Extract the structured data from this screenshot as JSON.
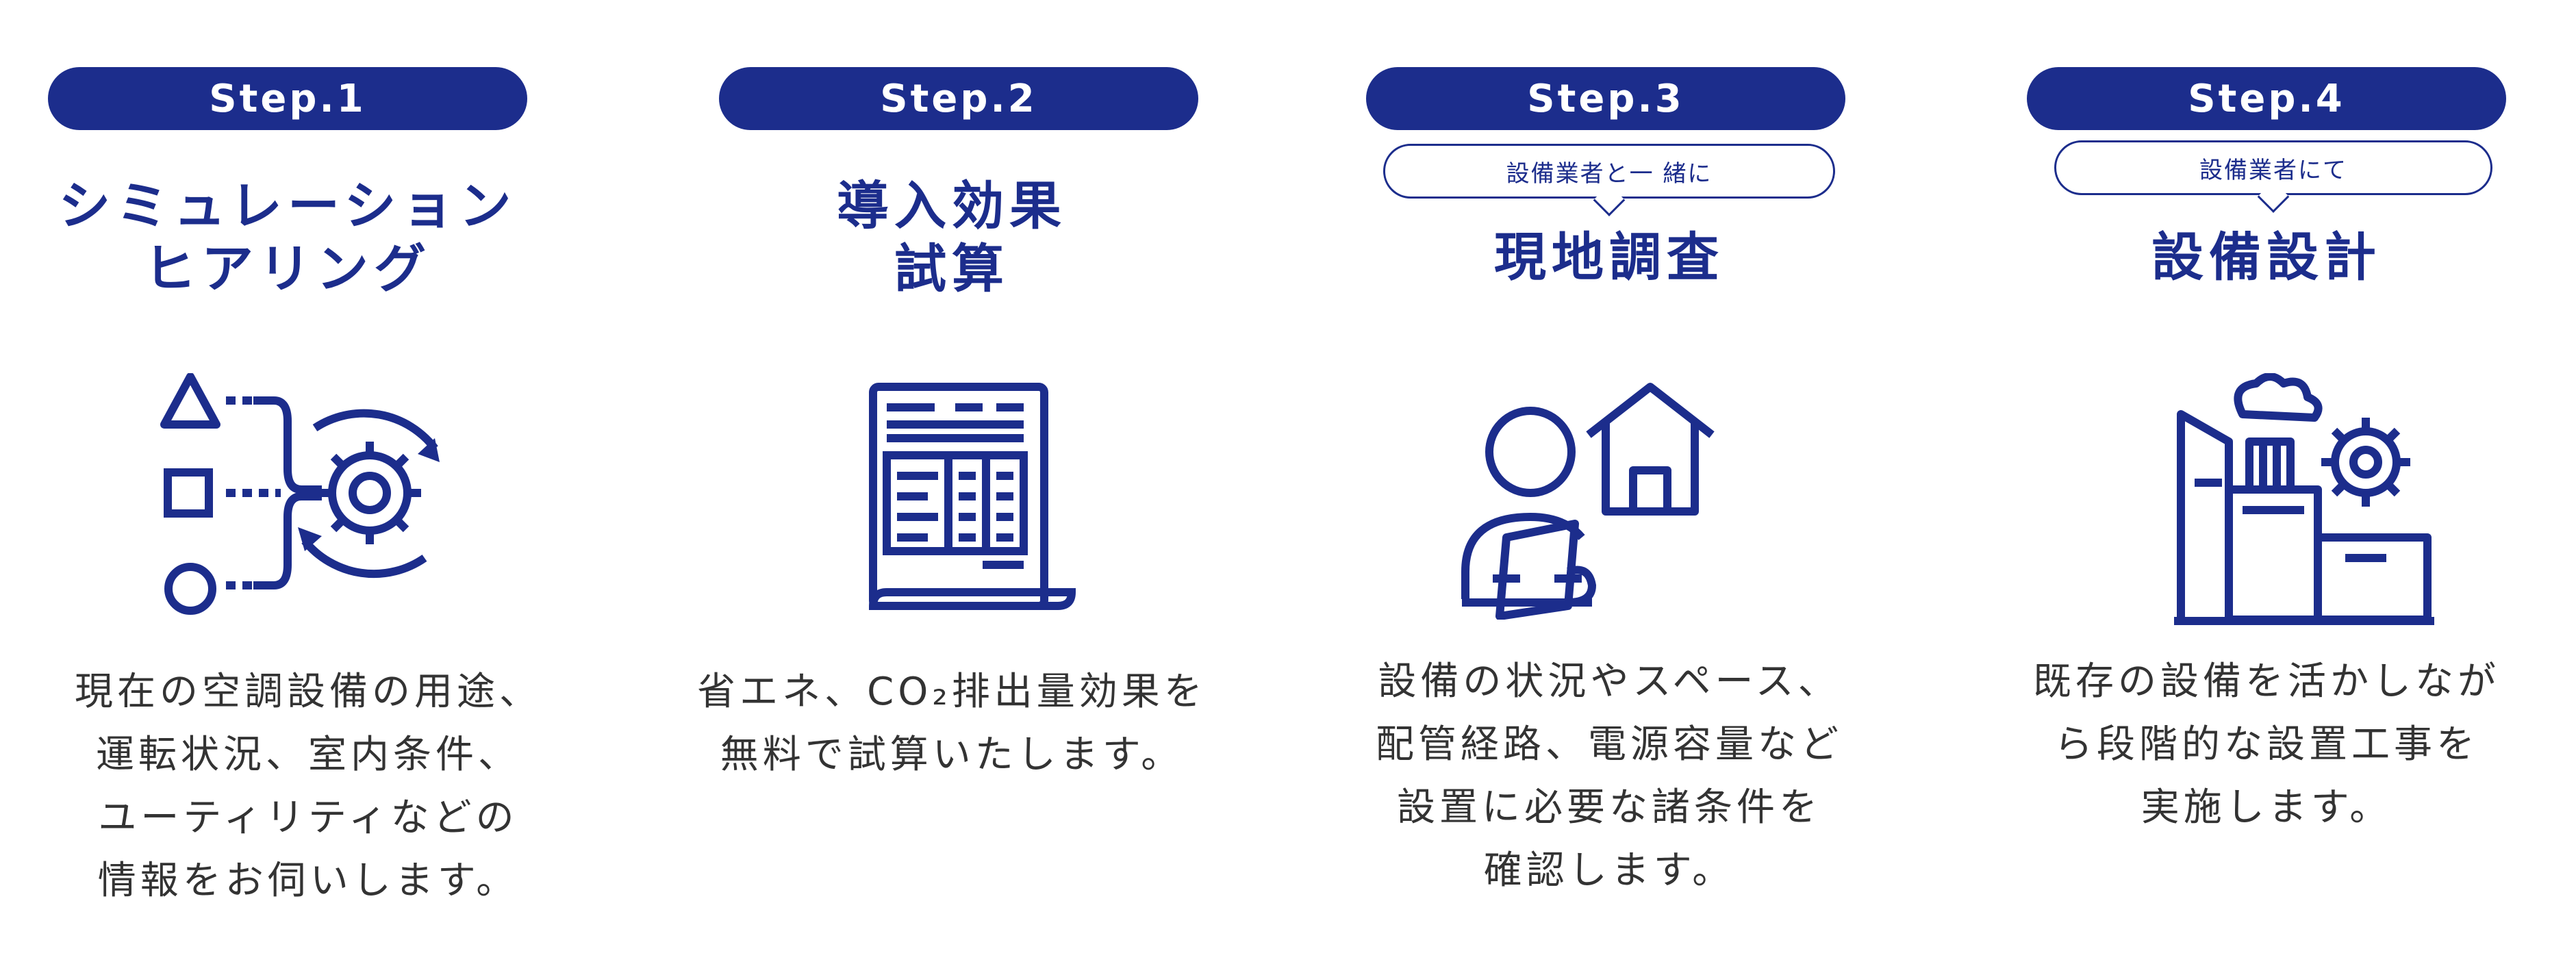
{
  "colors": {
    "brand": "#1c2d8c",
    "text": "#333333",
    "background": "#ffffff"
  },
  "steps": [
    {
      "badge": "Step.1",
      "bubble": "",
      "title_lines": [
        "シミュレーション",
        "ヒアリング"
      ],
      "icon": "simulation-gear-icon",
      "desc_lines": [
        "現在の空調設備の用途、",
        "運転状況、室内条件、",
        "ユーティリティなどの",
        "情報をお伺いします。"
      ]
    },
    {
      "badge": "Step.2",
      "bubble": "",
      "title_lines": [
        "導入効果",
        "試算"
      ],
      "icon": "document-spreadsheet-icon",
      "desc_lines": [
        "省エネ、CO₂排出量効果を",
        "無料で試算いたします。"
      ]
    },
    {
      "badge": "Step.3",
      "bubble": "設備業者と一 緒に",
      "title_lines": [
        "現地調査"
      ],
      "icon": "person-house-icon",
      "desc_lines": [
        "設備の状況やスペース、",
        "配管経路、電源容量など",
        "設置に必要な諸条件を",
        "確認します。"
      ]
    },
    {
      "badge": "Step.4",
      "bubble": "設備業者にて",
      "title_lines": [
        "設備設計"
      ],
      "icon": "factory-gear-icon",
      "desc_lines": [
        "既存の設備を活かしなが",
        "ら段階的な設置工事を",
        "実施します。"
      ]
    }
  ]
}
